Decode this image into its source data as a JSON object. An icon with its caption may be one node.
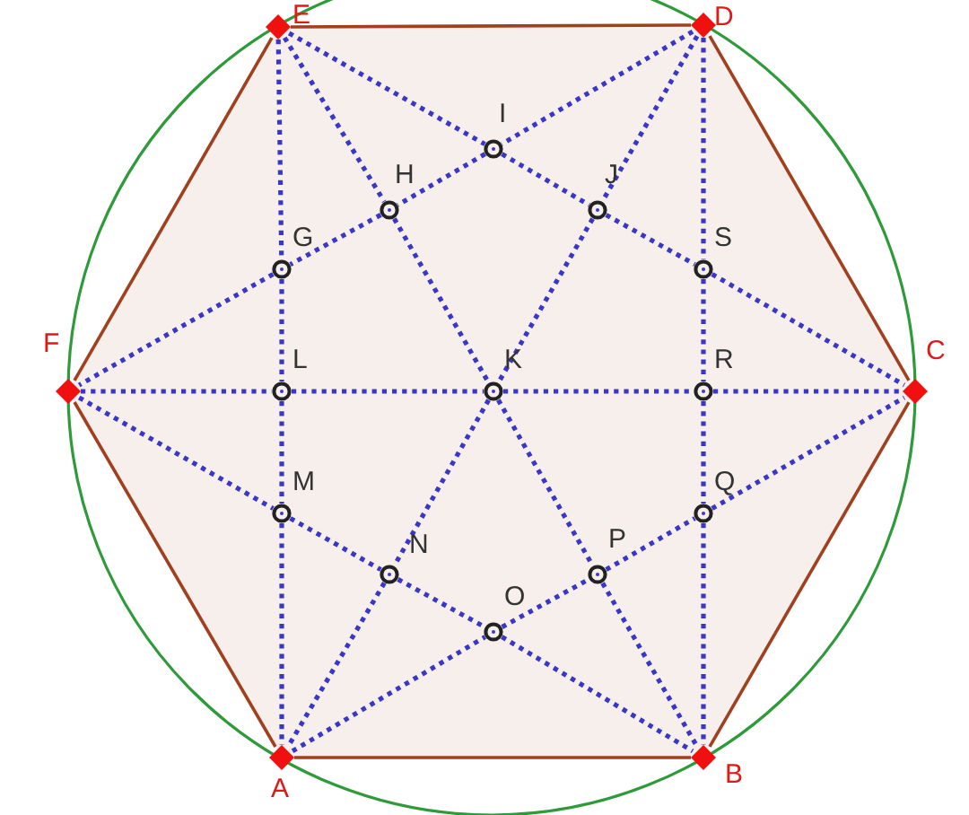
{
  "diagram": {
    "nodes": [
      {
        "text": [
          "E"
        ]
      },
      {
        "text": [
          "D"
        ]
      },
      {
        "text": [
          "I"
        ]
      },
      {
        "text": [
          "H"
        ]
      },
      {
        "text": [
          "J"
        ]
      },
      {
        "text": [
          "G"
        ]
      },
      {
        "text": [
          "S"
        ]
      },
      {
        "text": [
          "F"
        ]
      },
      {
        "text": [
          "L"
        ]
      },
      {
        "text": [
          "K"
        ]
      },
      {
        "text": [
          "R"
        ]
      },
      {
        "text": [
          "C"
        ]
      },
      {
        "text": [
          "M"
        ]
      },
      {
        "text": [
          "Q"
        ]
      },
      {
        "text": [
          "N"
        ]
      },
      {
        "text": [
          "P"
        ]
      },
      {
        "text": [
          "O"
        ]
      },
      {
        "text": [
          "A"
        ]
      },
      {
        "text": [
          "B"
        ]
      }
    ],
    "edges": [
      {
        "from": 0,
        "to": 5,
        "arrow": "none",
        "style": "dashed"
      },
      {
        "from": 5,
        "to": 8,
        "arrow": "none",
        "style": "dashed"
      },
      {
        "from": 8,
        "to": 12,
        "arrow": "none",
        "style": "dashed"
      },
      {
        "from": 12,
        "to": 17,
        "arrow": "none",
        "style": "dashed"
      },
      {
        "from": 1,
        "to": 6,
        "arrow": "none",
        "style": "dashed"
      },
      {
        "from": 6,
        "to": 10,
        "arrow": "none",
        "style": "dashed"
      },
      {
        "from": 10,
        "to": 13,
        "arrow": "none",
        "style": "dashed"
      },
      {
        "from": 13,
        "to": 18,
        "arrow": "none",
        "style": "dashed"
      },
      {
        "from": 7,
        "to": 8,
        "arrow": "none",
        "style": "dashed"
      },
      {
        "from": 8,
        "to": 9,
        "arrow": "none",
        "style": "dashed"
      },
      {
        "from": 9,
        "to": 10,
        "arrow": "none",
        "style": "dashed"
      },
      {
        "from": 10,
        "to": 11,
        "arrow": "none",
        "style": "dashed"
      },
      {
        "from": 0,
        "to": 3,
        "arrow": "none",
        "style": "dashed"
      },
      {
        "from": 3,
        "to": 9,
        "arrow": "none",
        "style": "dashed"
      },
      {
        "from": 9,
        "to": 15,
        "arrow": "none",
        "style": "dashed"
      },
      {
        "from": 15,
        "to": 18,
        "arrow": "none",
        "style": "dashed"
      },
      {
        "from": 1,
        "to": 4,
        "arrow": "none",
        "style": "dashed"
      },
      {
        "from": 4,
        "to": 9,
        "arrow": "none",
        "style": "dashed"
      },
      {
        "from": 9,
        "to": 14,
        "arrow": "none",
        "style": "dashed"
      },
      {
        "from": 14,
        "to": 17,
        "arrow": "none",
        "style": "dashed"
      },
      {
        "from": 0,
        "to": 2,
        "arrow": "none",
        "style": "dashed"
      },
      {
        "from": 2,
        "to": 4,
        "arrow": "none",
        "style": "dashed"
      },
      {
        "from": 4,
        "to": 6,
        "arrow": "none",
        "style": "dashed"
      },
      {
        "from": 6,
        "to": 11,
        "arrow": "none",
        "style": "dashed"
      },
      {
        "from": 1,
        "to": 2,
        "arrow": "none",
        "style": "dashed"
      },
      {
        "from": 2,
        "to": 3,
        "arrow": "none",
        "style": "dashed"
      },
      {
        "from": 3,
        "to": 5,
        "arrow": "none",
        "style": "dashed"
      },
      {
        "from": 5,
        "to": 7,
        "arrow": "none",
        "style": "dashed"
      },
      {
        "from": 7,
        "to": 12,
        "arrow": "none",
        "style": "dashed"
      },
      {
        "from": 12,
        "to": 14,
        "arrow": "none",
        "style": "dashed"
      },
      {
        "from": 14,
        "to": 16,
        "arrow": "none",
        "style": "dashed"
      },
      {
        "from": 16,
        "to": 18,
        "arrow": "none",
        "style": "dashed"
      },
      {
        "from": 17,
        "to": 16,
        "arrow": "none",
        "style": "dashed"
      },
      {
        "from": 16,
        "to": 15,
        "arrow": "none",
        "style": "dashed"
      },
      {
        "from": 15,
        "to": 13,
        "arrow": "none",
        "style": "dashed"
      },
      {
        "from": 13,
        "to": 11,
        "arrow": "none",
        "style": "dashed"
      },
      {
        "from": 17,
        "to": 18,
        "arrow": "none",
        "color": "#a0401f"
      },
      {
        "from": 18,
        "to": 11,
        "arrow": "none",
        "color": "#a0401f"
      },
      {
        "from": 11,
        "to": 1,
        "arrow": "none",
        "color": "#a0401f"
      },
      {
        "from": 1,
        "to": 0,
        "arrow": "none",
        "color": "#a0401f"
      },
      {
        "from": 0,
        "to": 7,
        "arrow": "none",
        "color": "#a0401f"
      },
      {
        "from": 7,
        "to": 17,
        "arrow": "none",
        "color": "#a0401f"
      }
    ]
  }
}
